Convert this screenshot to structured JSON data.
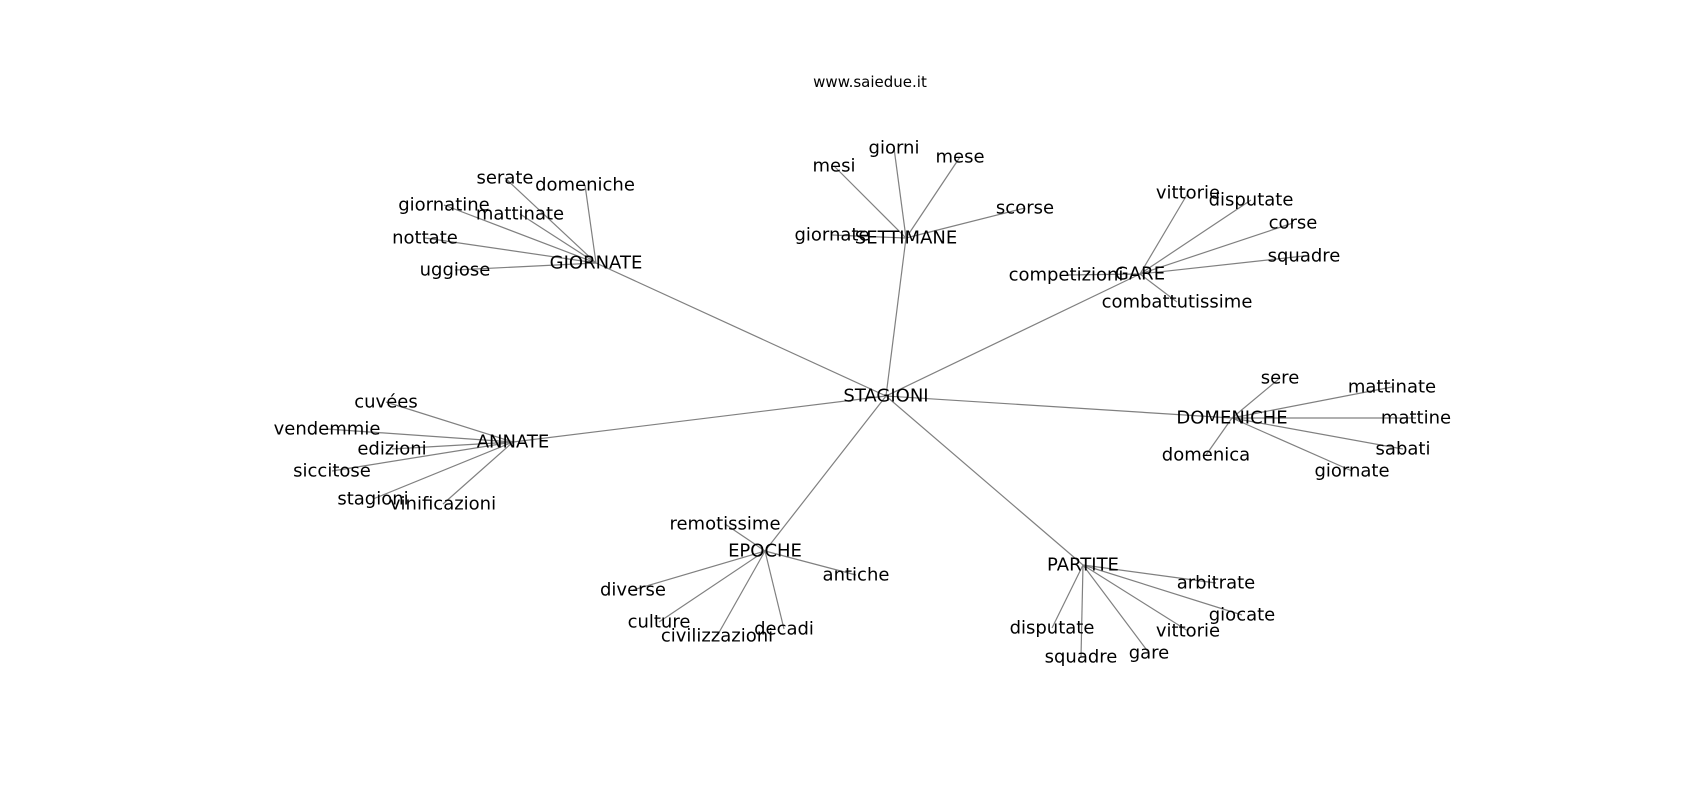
{
  "header": {
    "site": "www.saiedue.it"
  },
  "colors": {
    "edge": "#808080",
    "text": "#000000",
    "background": "#ffffff"
  },
  "graph": {
    "center": "STAGIONI",
    "clusters": [
      {
        "hub": "GIORNATE",
        "leaves": [
          "serate",
          "domeniche",
          "giornatine",
          "mattinate",
          "nottate",
          "uggiose"
        ]
      },
      {
        "hub": "SETTIMANE",
        "leaves": [
          "giorni",
          "mesi",
          "mese",
          "scorse",
          "giornate"
        ]
      },
      {
        "hub": "GARE",
        "leaves": [
          "vittorie",
          "disputate",
          "corse",
          "squadre",
          "competizioni",
          "combattutissime"
        ]
      },
      {
        "hub": "DOMENICHE",
        "leaves": [
          "sere",
          "mattinate",
          "mattine",
          "domenica",
          "sabati",
          "giornate"
        ]
      },
      {
        "hub": "ANNATE",
        "leaves": [
          "cuvées",
          "vendemmie",
          "edizioni",
          "siccitose",
          "stagioni",
          "vinificazioni"
        ]
      },
      {
        "hub": "EPOCHE",
        "leaves": [
          "remotissime",
          "antiche",
          "diverse",
          "culture",
          "civilizzazioni",
          "decadi"
        ]
      },
      {
        "hub": "PARTITE",
        "leaves": [
          "arbitrate",
          "giocate",
          "vittorie",
          "disputate",
          "squadre",
          "gare"
        ]
      }
    ]
  }
}
